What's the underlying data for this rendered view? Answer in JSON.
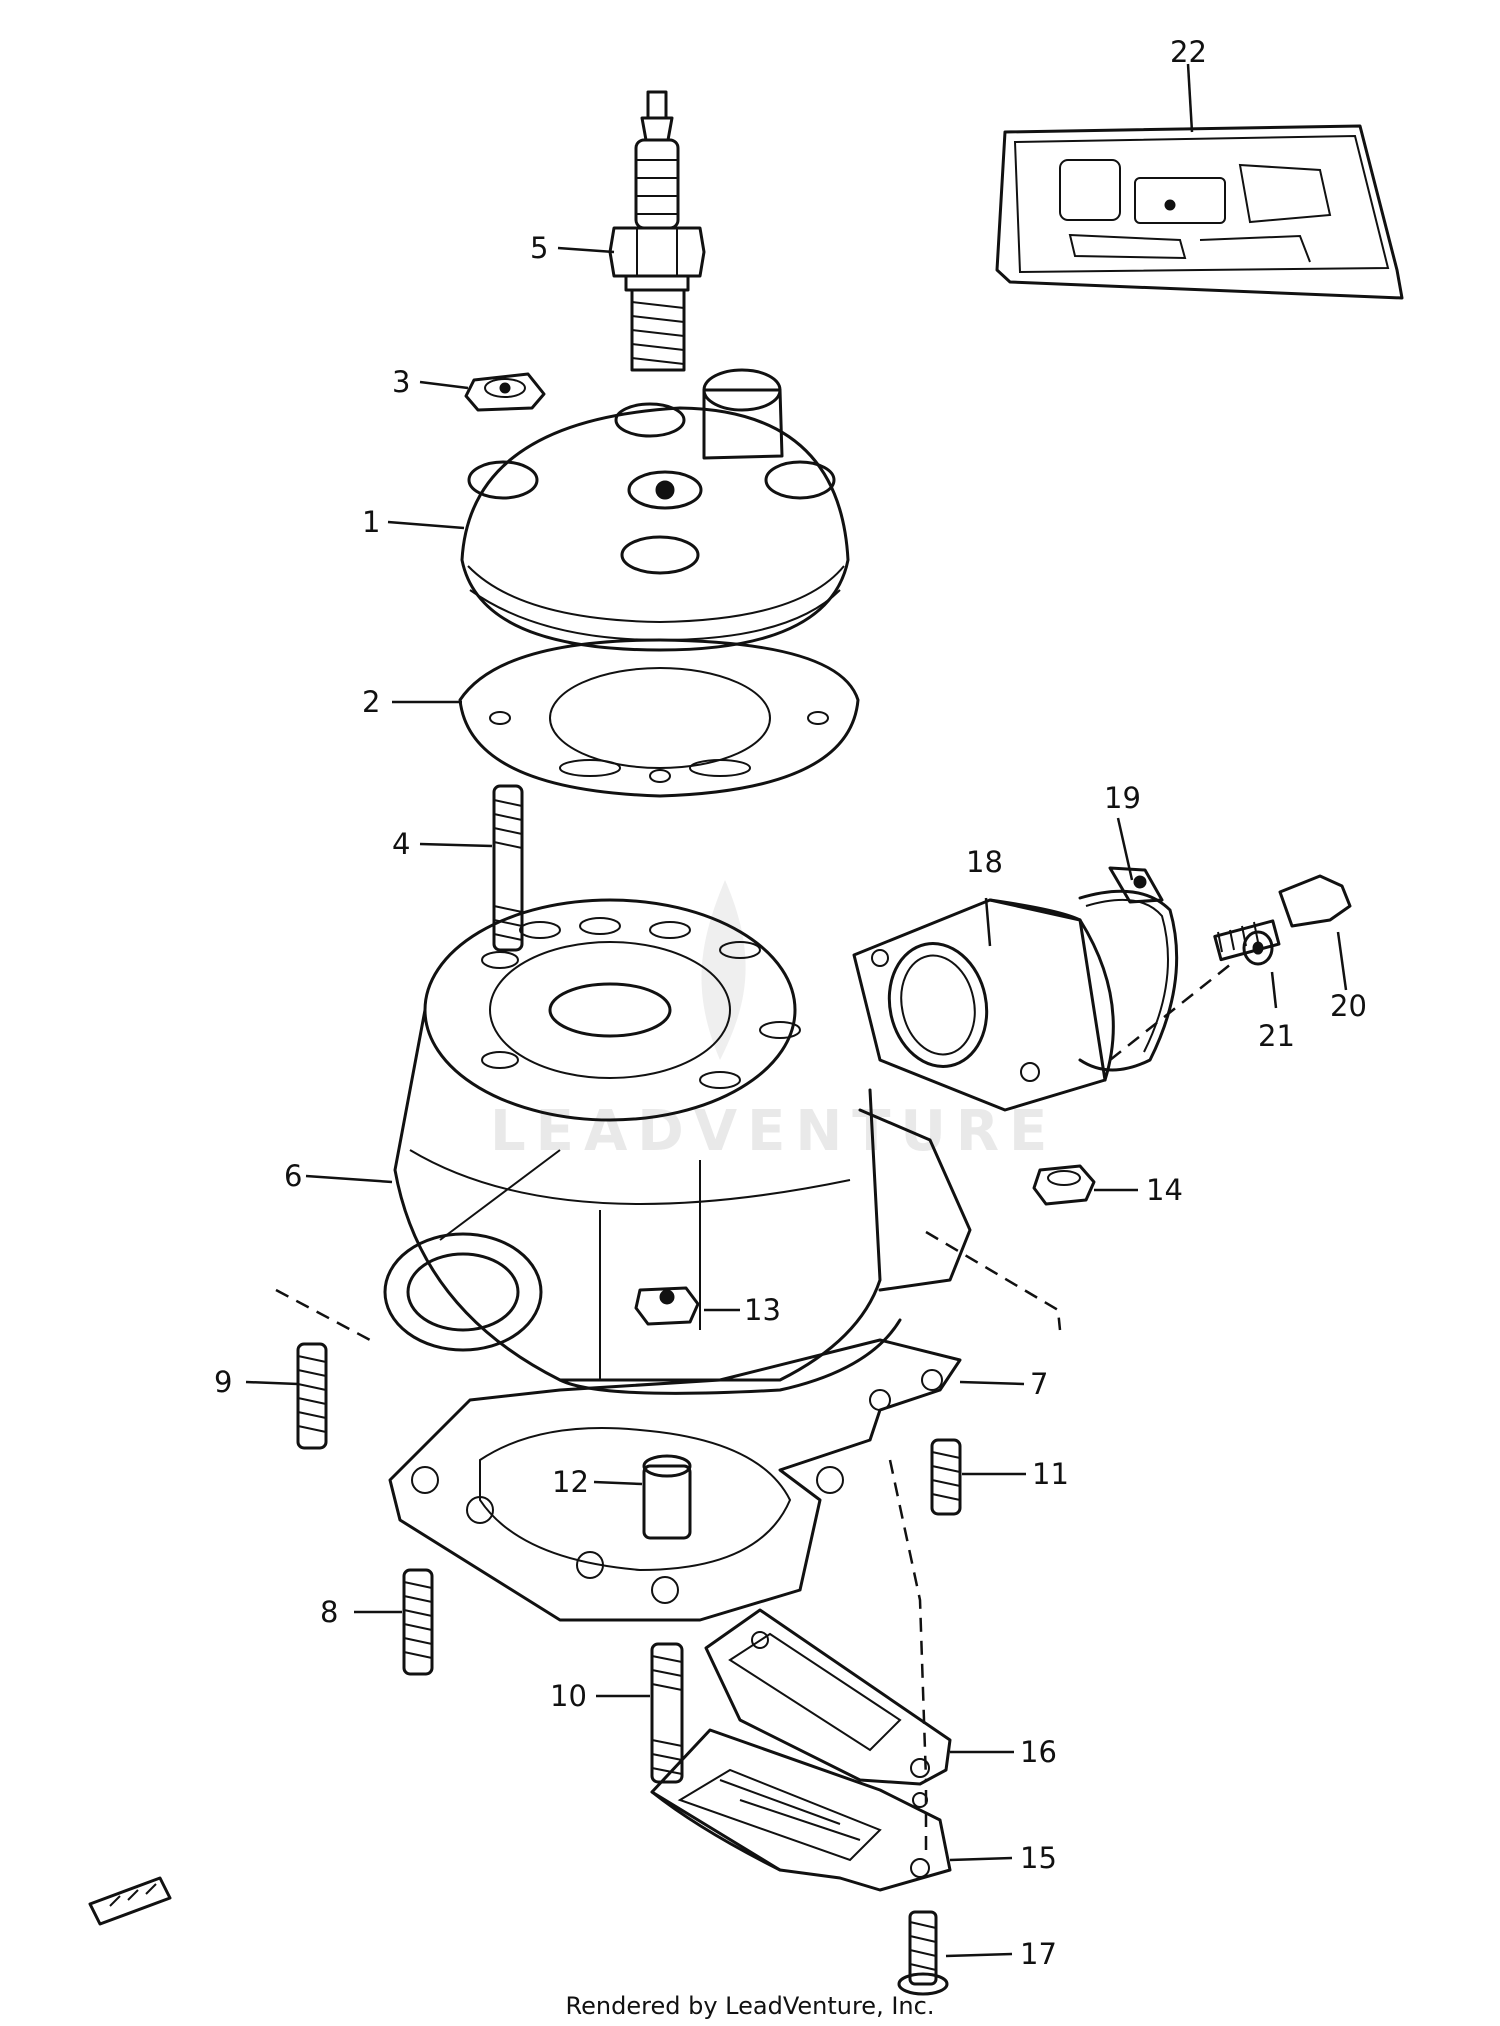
{
  "watermark": "LEADVENTURE",
  "footer": "Rendered by LeadVenture, Inc.",
  "callouts": {
    "c1": "1",
    "c2": "2",
    "c3": "3",
    "c4": "4",
    "c5": "5",
    "c6": "6",
    "c7": "7",
    "c8": "8",
    "c9": "9",
    "c10": "10",
    "c11": "11",
    "c12": "12",
    "c13": "13",
    "c14": "14",
    "c15": "15",
    "c16": "16",
    "c17": "17",
    "c18": "18",
    "c19": "19",
    "c20": "20",
    "c21": "21",
    "c22": "22"
  }
}
